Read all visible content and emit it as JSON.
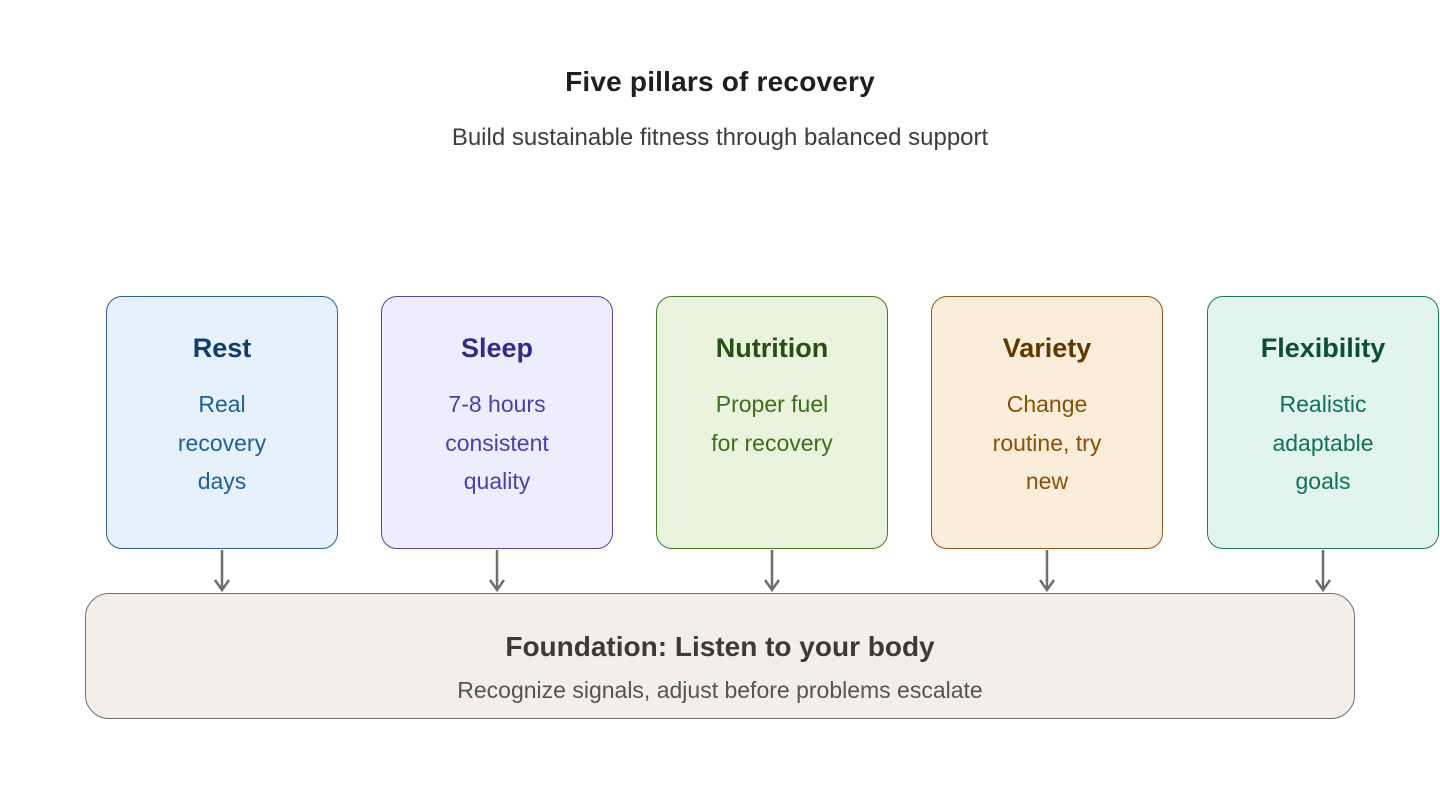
{
  "header": {
    "title": "Five pillars of recovery",
    "subtitle": "Build sustainable fitness through balanced support"
  },
  "pillars": [
    {
      "title": "Rest",
      "description": "Real recovery days",
      "color": "#e6f1fb"
    },
    {
      "title": "Sleep",
      "description": "7-8 hours consistent quality",
      "color": "#eeedfe"
    },
    {
      "title": "Nutrition",
      "description": "Proper fuel for recovery",
      "color": "#eaf3de"
    },
    {
      "title": "Variety",
      "description": "Change routine, try new",
      "color": "#faeeda"
    },
    {
      "title": "Flexibility",
      "description": "Realistic adaptable goals",
      "color": "#e1f5ee"
    }
  ],
  "foundation": {
    "title": "Foundation: Listen to your body",
    "description": "Recognize signals, adjust before problems escalate",
    "color": "#f1efe8"
  },
  "colors": {
    "arrow": "#6f6e68"
  }
}
